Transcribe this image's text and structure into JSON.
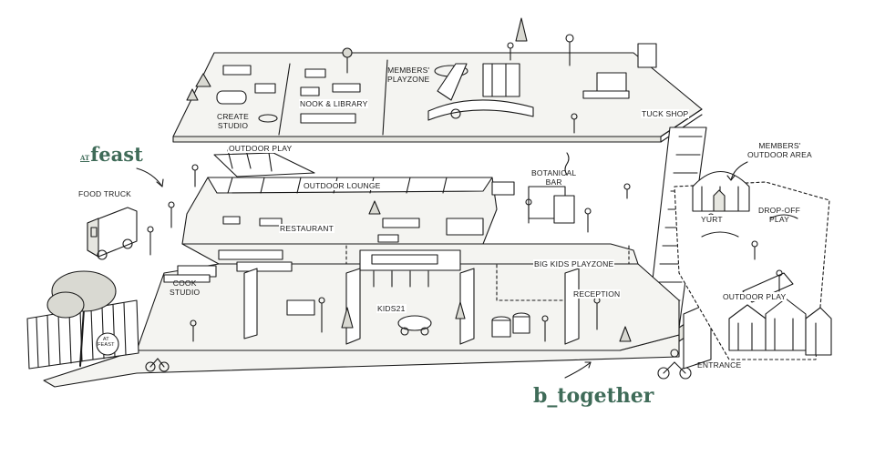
{
  "brands": {
    "feast_prefix": "AT",
    "feast_name": "feast",
    "btogether": "b_together"
  },
  "sign_at_feast": {
    "line1": "AT",
    "line2": "FEAST"
  },
  "labels": {
    "create_studio_1": "CREATE",
    "create_studio_2": "STUDIO",
    "nook_library": "NOOK & LIBRARY",
    "members_playzone_1": "MEMBERS'",
    "members_playzone_2": "PLAYZONE",
    "tuck_shop": "TUCK SHOP",
    "outdoor_play_top": "OUTDOOR PLAY",
    "members_outdoor_1": "MEMBERS'",
    "members_outdoor_2": "OUTDOOR AREA",
    "food_truck": "FOOD TRUCK",
    "botanical_bar_1": "BOTANICAL",
    "botanical_bar_2": "BAR",
    "outdoor_lounge": "OUTDOOR LOUNGE",
    "yurt": "YURT",
    "drop_off_1": "DROP-OFF",
    "drop_off_2": "PLAY",
    "restaurant": "RESTAURANT",
    "big_kids": "BIG KIDS PLAYZONE",
    "cook_studio_1": "COOK",
    "cook_studio_2": "STUDIO",
    "reception": "RECEPTION",
    "outdoor_play_right": "OUTDOOR PLAY",
    "kids21": "KIDS21",
    "entrance": "ENTRANCE"
  },
  "colors": {
    "ink": "#1a1a1a",
    "brand_green": "#3f6b58",
    "paper": "#ffffff",
    "floor": "#f4f4f1",
    "foliage": "#d9d9d2"
  }
}
